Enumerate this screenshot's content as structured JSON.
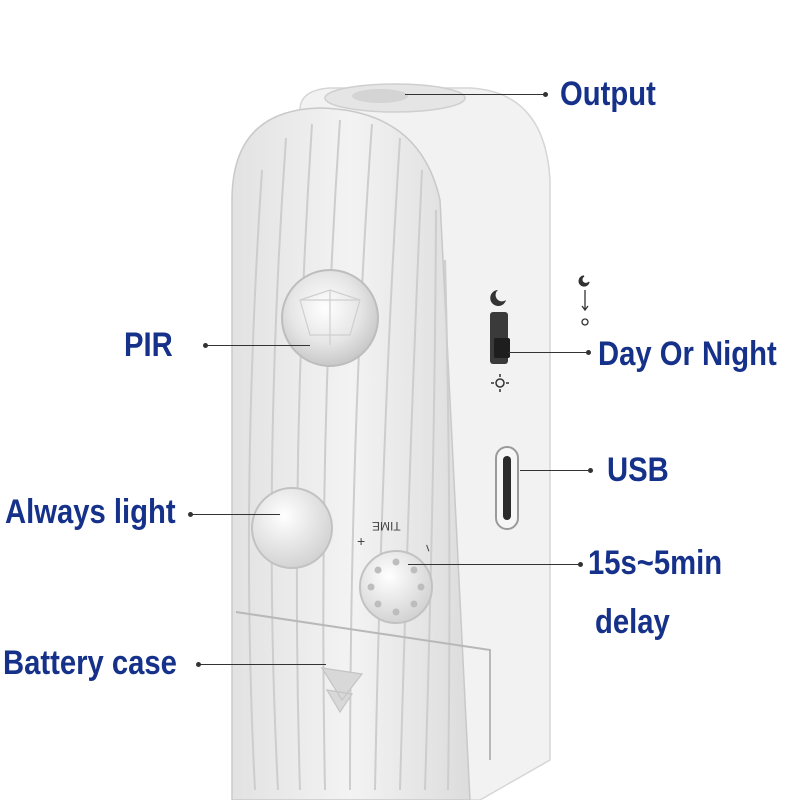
{
  "colors": {
    "label": "#15318a",
    "body": "#ececec",
    "body_shadow": "#cfcfcf",
    "leader": "#333333"
  },
  "labels": {
    "output": "Output",
    "pir": "PIR",
    "day_night": "Day Or Night",
    "usb": "USB",
    "always_light": "Always light",
    "delay_line1": "15s~5min",
    "delay_line2": "delay",
    "battery_case": "Battery case"
  },
  "device_marks": {
    "time": "TIME",
    "plus": "+",
    "minus": "−"
  },
  "icons": {
    "moon": "moon-icon",
    "sun": "sun-icon",
    "switch": "day-night-switch"
  }
}
